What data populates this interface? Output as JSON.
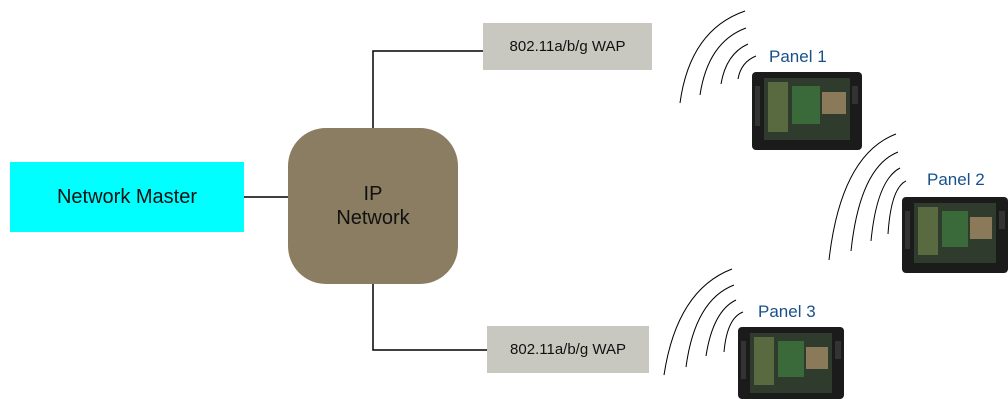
{
  "nodes": {
    "network_master": "Network Master",
    "ip_network_line1": "IP",
    "ip_network_line2": "Network",
    "wap_top": "802.11a/b/g WAP",
    "wap_bottom": "802.11a/b/g WAP"
  },
  "panels": {
    "panel1": "Panel 1",
    "panel2": "Panel 2",
    "panel3": "Panel 3"
  },
  "colors": {
    "network_master_fill": "#00ffff",
    "ip_network_fill": "#8b7d62",
    "wap_fill": "#c8c8c0",
    "panel_label": "#1a5089"
  }
}
